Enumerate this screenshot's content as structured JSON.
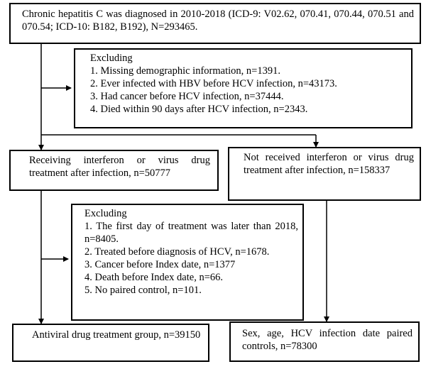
{
  "top_box": {
    "text": "Chronic hepatitis C was diagnosed in 2010-2018 (ICD-9: V02.62, 070.41, 070.44, 070.51 and 070.54; ICD-10: B182, B192), N=293465."
  },
  "exclusion_1": {
    "heading": "Excluding",
    "items": [
      "1. Missing demographic information, n=1391.",
      "2. Ever infected with HBV before HCV infection, n=43173.",
      "3. Had cancer before HCV infection, n=37444.",
      "4. Died within 90 days after HCV infection, n=2343."
    ]
  },
  "treated_box": {
    "text": "Receiving interferon or virus drug treatment after infection, n=50777"
  },
  "untreated_box": {
    "text": "Not received interferon or virus drug treatment after infection, n=158337"
  },
  "exclusion_2": {
    "heading": "Excluding",
    "items": [
      "1. The first day of treatment was later than 2018, n=8405.",
      "2. Treated before diagnosis of HCV, n=1678.",
      "3. Cancer before Index date, n=1377",
      "4. Death before Index date, n=66.",
      "5. No paired control, n=101."
    ]
  },
  "antiviral_box": {
    "text": "Antiviral drug treatment group, n=39150"
  },
  "control_box": {
    "text": "Sex, age, HCV infection date paired controls, n=78300"
  }
}
